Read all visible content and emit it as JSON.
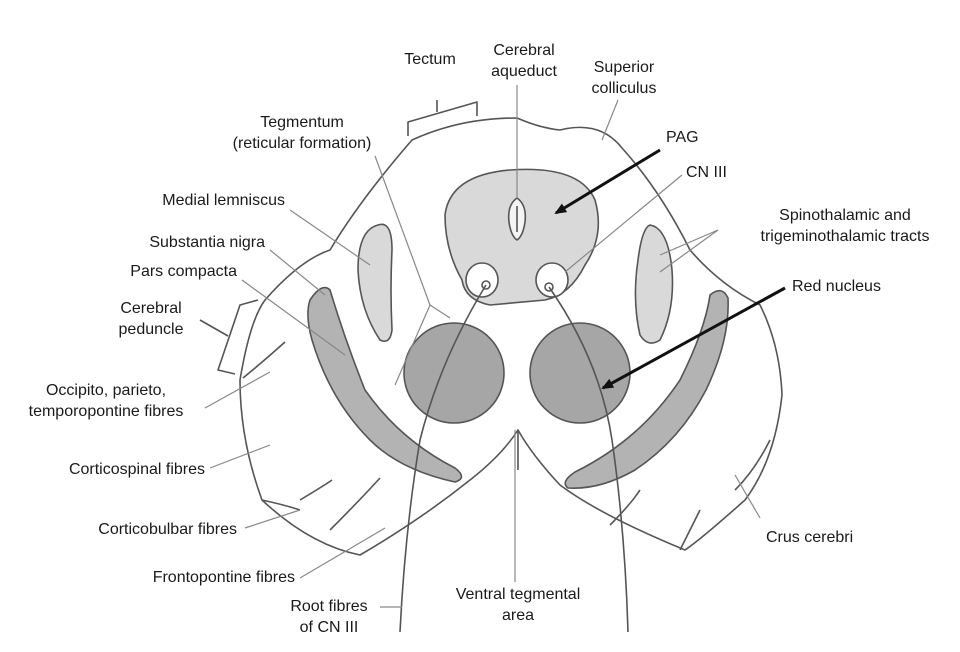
{
  "labels": {
    "tectum": "Tectum",
    "cerebral_aqueduct": [
      "Cerebral",
      "aqueduct"
    ],
    "superior_colliculus": [
      "Superior",
      "colliculus"
    ],
    "tegmentum": [
      "Tegmentum",
      "(reticular formation)"
    ],
    "pag": "PAG",
    "cn3": "CN III",
    "medial_lemniscus": "Medial lemniscus",
    "spinothalamic": [
      "Spinothalamic and",
      "trigeminothalamic tracts"
    ],
    "substantia_nigra": "Substantia nigra",
    "pars_compacta": "Pars compacta",
    "red_nucleus": "Red nucleus",
    "cerebral_peduncle": [
      "Cerebral",
      "peduncle"
    ],
    "occipito": [
      "Occipito, parieto,",
      "temporopontine fibres"
    ],
    "corticospinal": "Corticospinal fibres",
    "corticobulbar": "Corticobulbar fibres",
    "crus_cerebri": "Crus cerebri",
    "frontopontine": "Frontopontine fibres",
    "root_fibres": [
      "Root fibres",
      "of CN III"
    ],
    "ventral_tegmental": [
      "Ventral tegmental",
      "area"
    ]
  },
  "colors": {
    "outline": "#555555",
    "structure_fill": "#d9d9d9",
    "nucleus_fill": "#a6a6a6",
    "nigra_fill": "#b3b3b3",
    "background": "#ffffff"
  }
}
